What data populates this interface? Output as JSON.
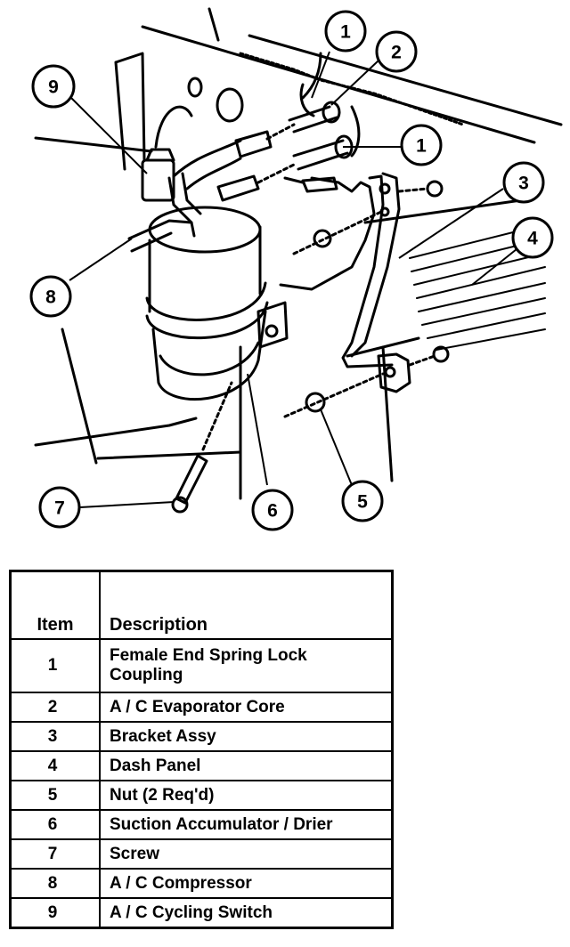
{
  "callouts": [
    {
      "id": "callout-1a",
      "label": "1"
    },
    {
      "id": "callout-2",
      "label": "2"
    },
    {
      "id": "callout-1b",
      "label": "1"
    },
    {
      "id": "callout-9",
      "label": "9"
    },
    {
      "id": "callout-3",
      "label": "3"
    },
    {
      "id": "callout-4",
      "label": "4"
    },
    {
      "id": "callout-8",
      "label": "8"
    },
    {
      "id": "callout-7",
      "label": "7"
    },
    {
      "id": "callout-6",
      "label": "6"
    },
    {
      "id": "callout-5",
      "label": "5"
    }
  ],
  "table": {
    "header_item": "Item",
    "header_description": "Description",
    "rows": [
      {
        "item": "1",
        "description": "Female End Spring Lock Coupling"
      },
      {
        "item": "2",
        "description": "A / C Evaporator Core"
      },
      {
        "item": "3",
        "description": "Bracket Assy"
      },
      {
        "item": "4",
        "description": "Dash Panel"
      },
      {
        "item": "5",
        "description": "Nut (2 Req'd)"
      },
      {
        "item": "6",
        "description": "Suction Accumulator / Drier"
      },
      {
        "item": "7",
        "description": "Screw"
      },
      {
        "item": "8",
        "description": "A / C Compressor"
      },
      {
        "item": "9",
        "description": "A / C Cycling Switch"
      }
    ]
  }
}
